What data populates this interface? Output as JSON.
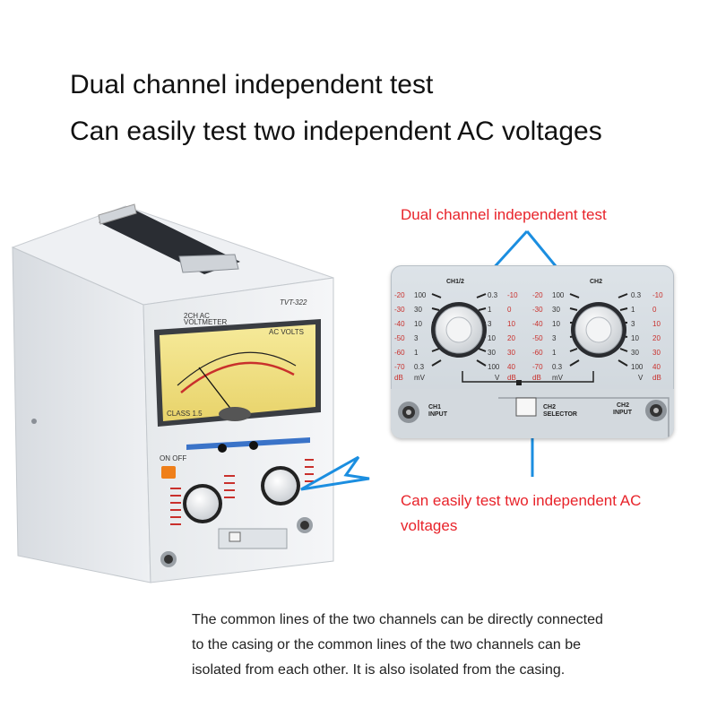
{
  "headline": {
    "line1": "Dual channel independent test",
    "line2": "Can easily test two independent AC voltages"
  },
  "callouts": {
    "top": "Dual channel independent test",
    "bottom_line1": "Can easily test two independent AC",
    "bottom_line2": "voltages"
  },
  "description": {
    "line1": "The common lines of the two channels can be directly connected",
    "line2": "to the casing or the common lines of the two  channels can be",
    "line3": "isolated from each other. It is also isolated from the casing."
  },
  "device": {
    "model": "TVT-322",
    "title_line1": "2CH AC",
    "title_line2": "VOLTMETER",
    "meter_label": "AC VOLTS",
    "class_label": "CLASS 1.5",
    "power_label": "ON  OFF"
  },
  "panel": {
    "ch12_label": "CH1/2",
    "ch2_label": "CH2",
    "db_left": [
      "-20",
      "-30",
      "-40",
      "-50",
      "-60",
      "-70"
    ],
    "mv_left": [
      "100",
      "30",
      "10",
      "3",
      "1",
      "0.3"
    ],
    "v_left": [
      "0.3",
      "1",
      "3",
      "10",
      "30",
      "100"
    ],
    "db_right_of_left": [
      "-10",
      "0",
      "10",
      "20",
      "30",
      "40"
    ],
    "db_unit": "dB",
    "mv_unit": "mV",
    "v_unit": "V",
    "ch1_input": "CH1",
    "ch1_input2": "INPUT",
    "ch2_selector": "CH2",
    "ch2_selector2": "SELECTOR",
    "ch2_input": "CH2",
    "ch2_input2": "INPUT"
  },
  "colors": {
    "callout_red": "#e8232a",
    "arrow_blue": "#1b8ee0"
  }
}
